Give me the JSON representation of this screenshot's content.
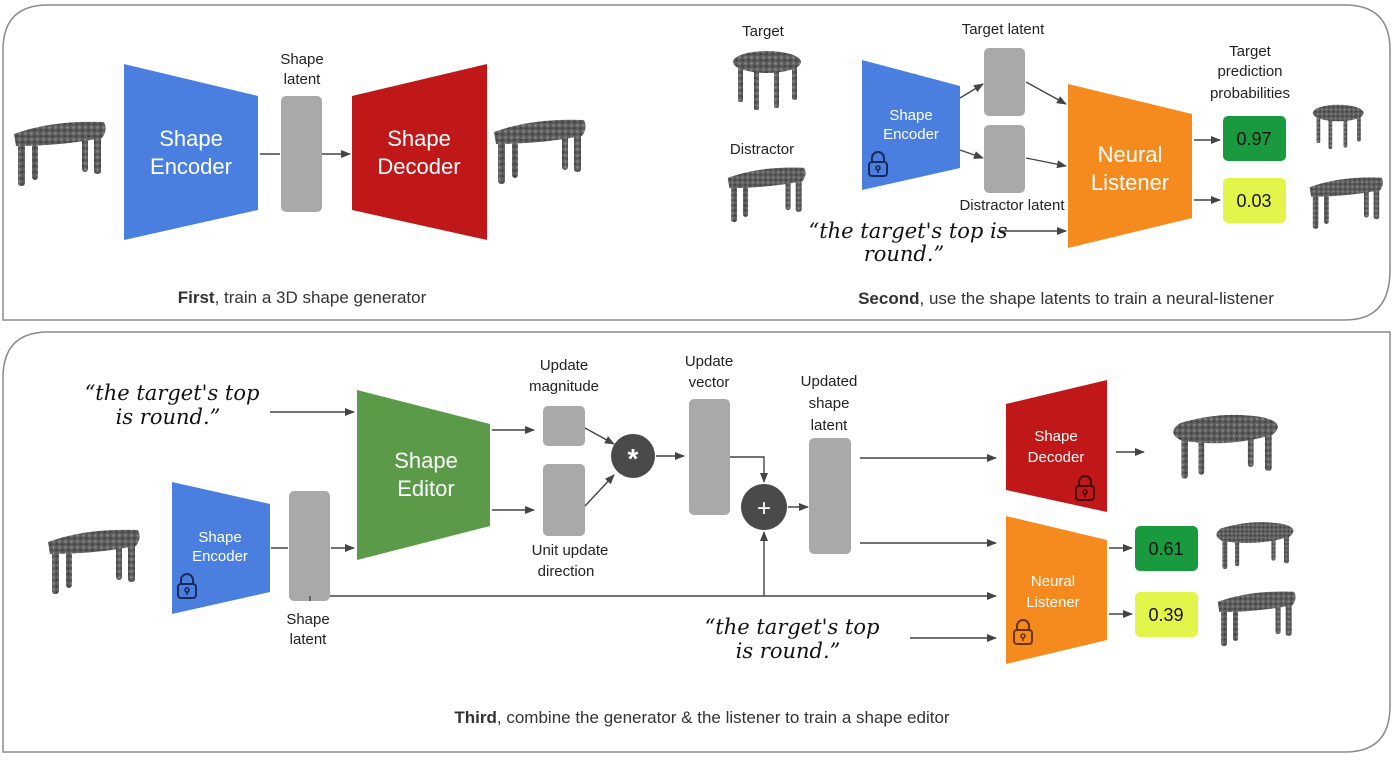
{
  "colors": {
    "encoder": "#4a7fe0",
    "decoder": "#c01818",
    "listener": "#f58a1f",
    "editor": "#5a9a48",
    "latent": "#a9a9a9",
    "op_circle": "#4a4a4a",
    "prob_high": "#1a9a3e",
    "prob_low": "#e3f54a",
    "panel_border": "#8a8a8a"
  },
  "panel1": {
    "encoder_line1": "Shape",
    "encoder_line2": "Encoder",
    "latent_line1": "Shape",
    "latent_line2": "latent",
    "decoder_line1": "Shape",
    "decoder_line2": "Decoder",
    "caption_bold": "First",
    "caption_rest": ", train a 3D shape generator"
  },
  "panel2": {
    "target_label": "Target",
    "distractor_label": "Distractor",
    "target_latent_label": "Target latent",
    "distractor_latent_label": "Distractor latent",
    "encoder_line1": "Shape",
    "encoder_line2": "Encoder",
    "listener_line1": "Neural",
    "listener_line2": "Listener",
    "probs_title_line1": "Target",
    "probs_title_line2": "prediction",
    "probs_title_line3": "probabilities",
    "prob_target": "0.97",
    "prob_distractor": "0.03",
    "utterance_line1": "“the target's top is",
    "utterance_line2": "round.”",
    "caption_bold": "Second",
    "caption_rest": ", use the shape latents to train a neural-listener"
  },
  "panel3": {
    "utterance_line1": "“the target's top",
    "utterance_line2": "is round.”",
    "editor_line1": "Shape",
    "editor_line2": "Editor",
    "encoder_line1": "Shape",
    "encoder_line2": "Encoder",
    "latent_line1": "Shape",
    "latent_line2": "latent",
    "update_mag_line1": "Update",
    "update_mag_line2": "magnitude",
    "unit_dir_line1": "Unit update",
    "unit_dir_line2": "direction",
    "update_vec_line1": "Update",
    "update_vec_line2": "vector",
    "updated_line1": "Updated",
    "updated_line2": "shape",
    "updated_line3": "latent",
    "multiply_symbol": "*",
    "plus_symbol": "+",
    "decoder_line1": "Shape",
    "decoder_line2": "Decoder",
    "listener_line1": "Neural",
    "listener_line2": "Listener",
    "prob_edited": "0.61",
    "prob_original": "0.39",
    "utterance2_line1": "“the target's top",
    "utterance2_line2": "is round.”",
    "caption_bold": "Third",
    "caption_rest": ", combine the generator & the listener to train a shape editor"
  },
  "icons": [
    "lock-icon",
    "table-point-cloud"
  ]
}
